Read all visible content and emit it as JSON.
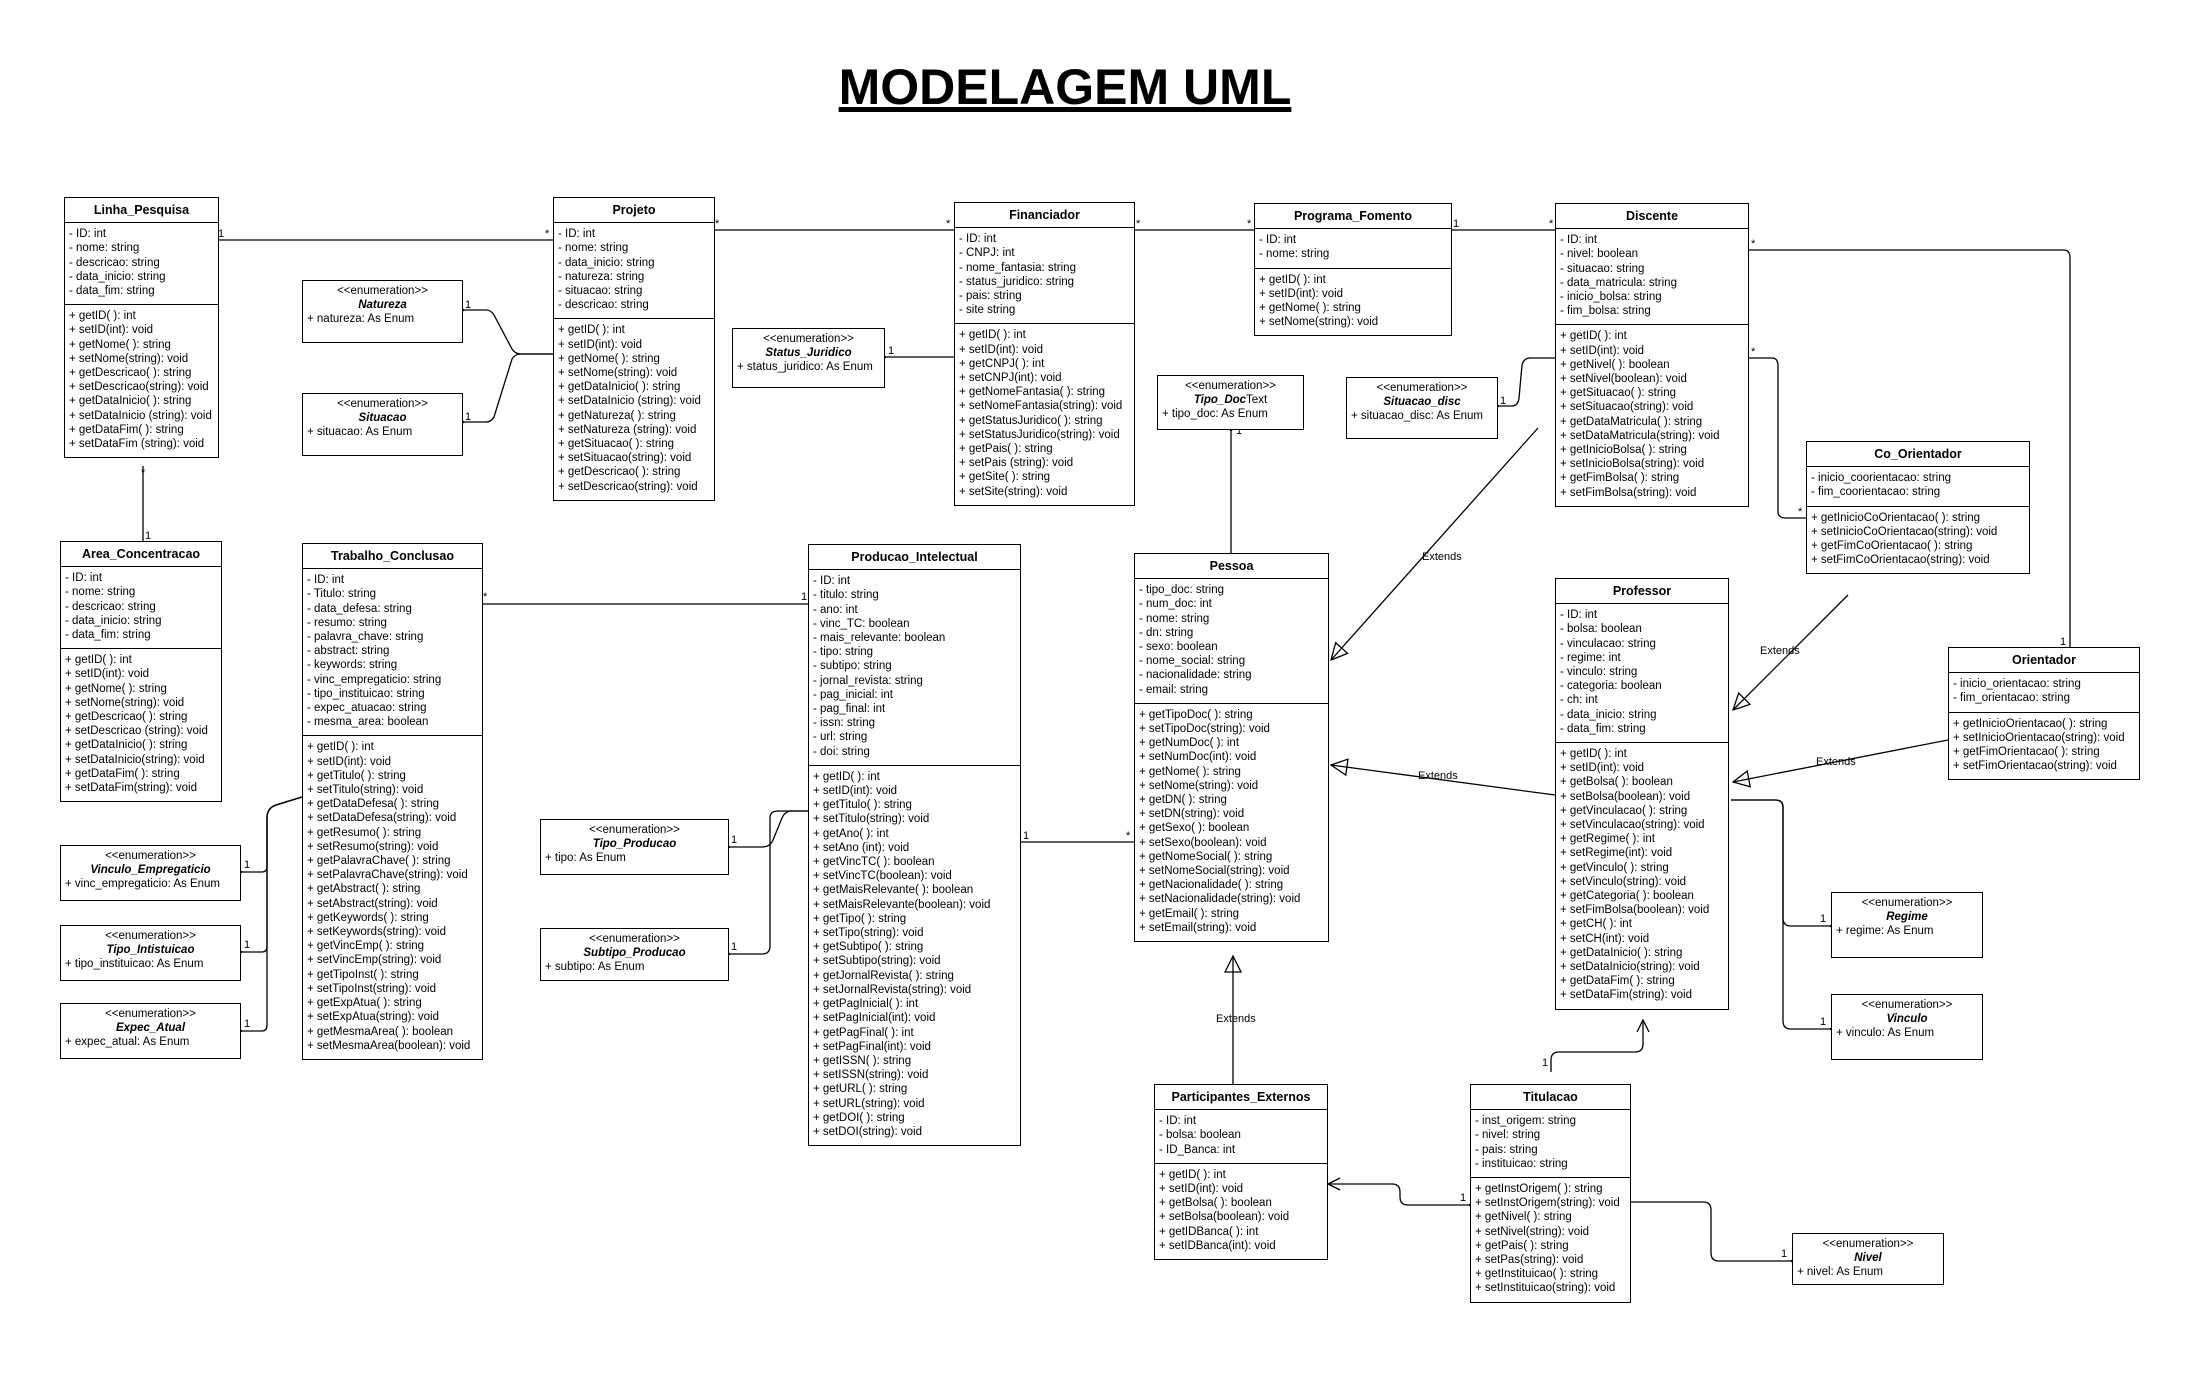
{
  "title": "MODELAGEM UML",
  "classes": {
    "linha_pesquisa": {
      "name": "Linha_Pesquisa",
      "attributes": [
        "- ID: int",
        "- nome: string",
        "- descricao: string",
        "- data_inicio: string",
        "- data_fim: string"
      ],
      "methods": [
        "+ getID( ): int",
        "+ setID(int): void",
        "+ getNome( ): string",
        "+ setNome(string): void",
        "+ getDescricao( ): string",
        "+ setDescricao(string): void",
        "+ getDataInicio( ): string",
        "+ setDataInicio (string): void",
        "+ getDataFim( ): string",
        "+ setDataFim (string): void"
      ]
    },
    "projeto": {
      "name": "Projeto",
      "attributes": [
        "- ID: int",
        "- nome: string",
        "- data_inicio: string",
        "- natureza: string",
        "- situacao: string",
        "- descricao: string"
      ],
      "methods": [
        "+ getID( ): int",
        "+ setID(int): void",
        "+ getNome( ): string",
        "+ setNome(string): void",
        "+ getDataInicio( ): string",
        "+ setDataInicio (string): void",
        "+ getNatureza( ): string",
        "+ setNatureza (string): void",
        "+ getSituacao( ): string",
        "+ setSituacao(string): void",
        "+ getDescricao( ): string",
        "+ setDescricao(string): void"
      ]
    },
    "financiador": {
      "name": "Financiador",
      "attributes": [
        "- ID: int",
        "- CNPJ: int",
        "- nome_fantasia: string",
        "- status_juridico: string",
        "- pais: string",
        "- site string"
      ],
      "methods": [
        "+ getID( ): int",
        "+ setID(int): void",
        "+ getCNPJ( ): int",
        "+ setCNPJ(int): void",
        "+ getNomeFantasia( ): string",
        "+ setNomeFantasia(string): void",
        "+ getStatusJuridico( ): string",
        "+ setStatusJuridico(string): void",
        "+ getPais( ): string",
        "+ setPais (string): void",
        "+ getSite( ): string",
        "+ setSite(string): void"
      ]
    },
    "programa_fomento": {
      "name": "Programa_Fomento",
      "attributes": [
        "- ID: int",
        "- nome: string"
      ],
      "methods": [
        "+ getID( ): int",
        "+ setID(int): void",
        "+ getNome( ): string",
        "+ setNome(string): void"
      ]
    },
    "discente": {
      "name": "Discente",
      "attributes": [
        "- ID: int",
        "- nivel: boolean",
        "- situacao: string",
        "- data_matricula: string",
        "- inicio_bolsa: string",
        "- fim_bolsa: string"
      ],
      "methods": [
        "+ getID( ): int",
        "+ setID(int): void",
        "+ getNivel( ): boolean",
        "+ setNivel(boolean): void",
        "+ getSituacao( ): string",
        "+ setSituacao(string): void",
        "+ getDataMatricula( ): string",
        "+ setDataMatricula(string): void",
        "+ getInicioBolsa( ): string",
        "+ setInicioBolsa(string): void",
        "+ getFimBolsa( ): string",
        "+ setFimBolsa(string): void"
      ]
    },
    "co_orientador": {
      "name": "Co_Orientador",
      "attributes": [
        "- inicio_coorientacao: string",
        "- fim_coorientacao: string"
      ],
      "methods": [
        "+ getInicioCoOrientacao( ): string",
        "+ setInicioCoOrientacao(string): void",
        "+ getFimCoOrientacao( ): string",
        "+ setFimCoOrientacao(string): void"
      ]
    },
    "area_concentracao": {
      "name": "Area_Concentracao",
      "attributes": [
        "- ID: int",
        "- nome: string",
        "- descricao: string",
        "- data_inicio: string",
        "- data_fim: string"
      ],
      "methods": [
        "+ getID( ): int",
        "+ setID(int): void",
        "+ getNome( ): string",
        "+ setNome(string): void",
        "+ getDescricao( ): string",
        "+ setDescricao (string): void",
        "+ getDataInicio( ): string",
        "+ setDataInicio(string): void",
        "+ getDataFim( ): string",
        "+ setDataFim(string): void"
      ]
    },
    "trabalho_conclusao": {
      "name": "Trabalho_Conclusao",
      "attributes": [
        "- ID: int",
        "- Titulo: string",
        "- data_defesa: string",
        "- resumo: string",
        "- palavra_chave: string",
        "- abstract: string",
        "- keywords: string",
        "- vinc_empregaticio: string",
        "- tipo_instituicao: string",
        "- expec_atuacao: string",
        "- mesma_area: boolean"
      ],
      "methods": [
        "+ getID( ): int",
        "+ setID(int): void",
        "+ getTitulo( ): string",
        "+ setTitulo(string): void",
        "+ getDataDefesa( ): string",
        "+ setDataDefesa(string): void",
        "+ getResumo( ): string",
        "+ setResumo(string): void",
        "+ getPalavraChave( ): string",
        "+ setPalavraChave(string): void",
        "+ getAbstract( ): string",
        "+ setAbstract(string): void",
        "+ getKeywords( ): string",
        "+ setKeywords(string): void",
        "+ getVincEmp( ): string",
        "+ setVincEmp(string): void",
        "+ getTipoInst( ): string",
        "+ setTipoInst(string): void",
        "+ getExpAtua( ): string",
        "+ setExpAtua(string): void",
        "+ getMesmaArea( ): boolean",
        "+ setMesmaArea(boolean): void"
      ]
    },
    "producao_intelectual": {
      "name": "Producao_Intelectual",
      "attributes": [
        "- ID: int",
        "- titulo: string",
        "- ano: int",
        "- vinc_TC: boolean",
        "- mais_relevante: boolean",
        "- tipo: string",
        "- subtipo: string",
        "- jornal_revista: string",
        "- pag_inicial: int",
        "- pag_final: int",
        "- issn: string",
        "- url: string",
        "- doi: string"
      ],
      "methods": [
        "+ getID( ): int",
        "+ setID(int): void",
        "+ getTitulo( ): string",
        "+ setTitulo(string): void",
        "+ getAno( ): int",
        "+ setAno (int): void",
        "+ getVincTC( ): boolean",
        "+ setVincTC(boolean): void",
        "+ getMaisRelevante( ): boolean",
        "+ setMaisRelevante(boolean): void",
        "+ getTipo( ): string",
        "+ setTipo(string): void",
        "+ getSubtipo( ): string",
        "+ setSubtipo(string): void",
        "+ getJornalRevista( ): string",
        "+ setJornalRevista(string): void",
        "+ getPagInicial( ): int",
        "+ setPagInicial(int): void",
        "+ getPagFinal( ): int",
        "+ setPagFinal(int): void",
        "+ getISSN( ): string",
        "+ setISSN(string): void",
        "+ getURL( ): string",
        "+ setURL(string): void",
        "+ getDOI( ): string",
        "+ setDOI(string): void"
      ]
    },
    "pessoa": {
      "name": "Pessoa",
      "attributes": [
        "- tipo_doc: string",
        "- num_doc: int",
        "- nome: string",
        "- dn: string",
        "- sexo: boolean",
        "- nome_social: string",
        "- nacionalidade: string",
        "- email: string"
      ],
      "methods": [
        "+ getTipoDoc( ): string",
        "+ setTipoDoc(string): void",
        "+ getNumDoc( ): int",
        "+ setNumDoc(int): void",
        "+ getNome( ): string",
        "+ setNome(string): void",
        "+ getDN( ): string",
        "+ setDN(string): void",
        "+ getSexo( ): boolean",
        "+ setSexo(boolean): void",
        "+ getNomeSocial( ): string",
        "+ setNomeSocial(string): void",
        "+ getNacionalidade( ): string",
        "+ setNacionalidade(string): void",
        "+ getEmail( ): string",
        "+ setEmail(string): void"
      ]
    },
    "professor": {
      "name": "Professor",
      "attributes": [
        "- ID: int",
        "- bolsa: boolean",
        "- vinculacao: string",
        "- regime: int",
        "- vinculo: string",
        "- categoria: boolean",
        "- ch: int",
        "- data_inicio: string",
        "- data_fim: string"
      ],
      "methods": [
        "+ getID( ): int",
        "+ setID(int): void",
        "+ getBolsa( ): boolean",
        "+ setBolsa(boolean): void",
        "+ getVinculacao( ): string",
        "+ setVinculacao(string): void",
        "+ getRegime( ): int",
        "+ setRegime(int): void",
        "+ getVinculo( ): string",
        "+ setVinculo(string): void",
        "+ getCategoria( ): boolean",
        "+ setFimBolsa(boolean): void",
        "+ getCH( ): int",
        "+ setCH(int): void",
        "+ getDataInicio( ): string",
        "+ setDataInicio(string): void",
        "+ getDataFim( ): string",
        "+ setDataFim(string): void"
      ]
    },
    "orientador": {
      "name": "Orientador",
      "attributes": [
        "- inicio_orientacao: string",
        "- fim_orientacao: string"
      ],
      "methods": [
        "+ getInicioOrientacao( ): string",
        "+ setInicioOrientacao(string): void",
        "+ getFimOrientacao( ): string",
        "+ setFimOrientacao(string): void"
      ]
    },
    "participantes_externos": {
      "name": "Participantes_Externos",
      "attributes": [
        "- ID: int",
        "- bolsa: boolean",
        "- ID_Banca: int"
      ],
      "methods": [
        "+ getID( ): int",
        "+ setID(int): void",
        "+ getBolsa( ): boolean",
        "+ setBolsa(boolean): void",
        "+ getIDBanca( ): int",
        "+ setIDBanca(int): void"
      ]
    },
    "titulacao": {
      "name": "Titulacao",
      "attributes": [
        "- inst_origem: string",
        "- nivel: string",
        "- pais: string",
        "- instituicao: string"
      ],
      "methods": [
        "+ getInstOrigem( ): string",
        "+ setInstOrigem(string): void",
        "+ getNivel( ): string",
        "+ setNivel(string): void",
        "+ getPais( ): string",
        "+ setPas(string): void",
        "+ getInstituicao( ): string",
        "+ setInstituicao(string): void"
      ]
    }
  },
  "enums": {
    "natureza": {
      "stereotype": "<<enumeration>>",
      "name": "Natureza",
      "literal": "+ natureza: As Enum"
    },
    "situacao": {
      "stereotype": "<<enumeration>>",
      "name": "Situacao",
      "literal": "+ situacao: As Enum"
    },
    "status_juridico": {
      "stereotype": "<<enumeration>>",
      "name": "Status_Juridico",
      "literal": "+ status_juridico: As Enum"
    },
    "tipo_doc": {
      "stereotype": "<<enumeration>>",
      "name": "Tipo_Doc",
      "literal": "+ tipo_doc: As Enum",
      "note": "Text"
    },
    "situacao_disc": {
      "stereotype": "<<enumeration>>",
      "name": "Situacao_disc",
      "literal": "+ situacao_disc: As Enum"
    },
    "vinculo_empregaticio": {
      "stereotype": "<<enumeration>>",
      "name": "Vinculo_Empregaticio",
      "literal": "+ vinc_empregaticio: As Enum"
    },
    "tipo_intistuicao": {
      "stereotype": "<<enumeration>>",
      "name": "Tipo_Intistuicao",
      "literal": "+ tipo_instituicao: As Enum"
    },
    "expec_atual": {
      "stereotype": "<<enumeration>>",
      "name": "Expec_Atual",
      "literal": "+ expec_atual: As Enum"
    },
    "tipo_producao": {
      "stereotype": "<<enumeration>>",
      "name": "Tipo_Producao",
      "literal": "+ tipo: As Enum"
    },
    "subtipo_producao": {
      "stereotype": "<<enumeration>>",
      "name": "Subtipo_Producao",
      "literal": "+ subtipo: As Enum"
    },
    "regime": {
      "stereotype": "<<enumeration>>",
      "name": "Regime",
      "literal": "+ regime: As Enum"
    },
    "vinculo": {
      "stereotype": "<<enumeration>>",
      "name": "Vinculo",
      "literal": "+ vinculo: As Enum"
    },
    "nivel": {
      "stereotype": "<<enumeration>>",
      "name": "Nivel",
      "literal": "+ nivel: As Enum"
    }
  },
  "labels": {
    "extends": "Extends",
    "one": "1",
    "many": "*"
  }
}
